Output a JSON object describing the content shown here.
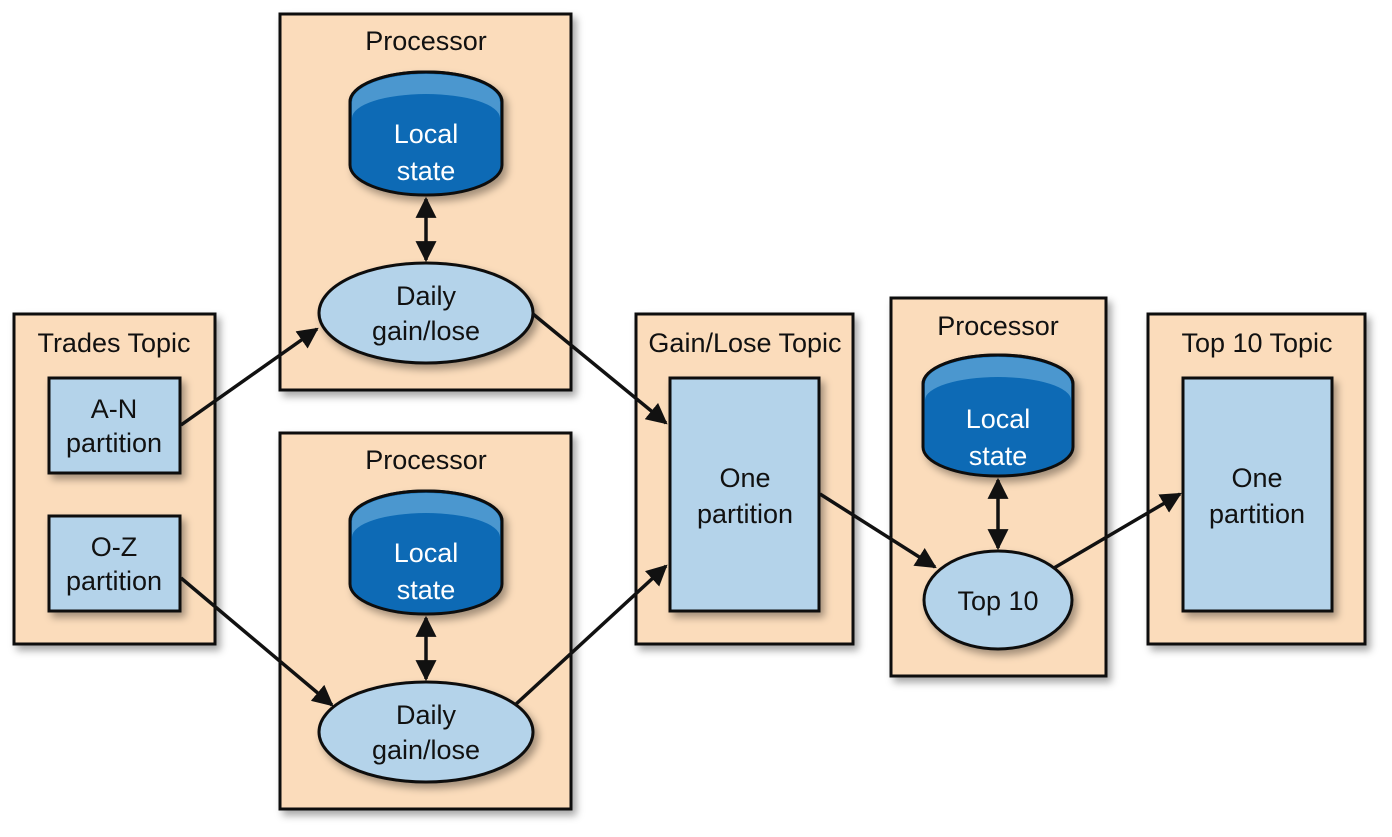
{
  "diagram": {
    "colors": {
      "container_fill": "#fbdcbb",
      "partition_fill": "#b4d3ea",
      "state_fill": "#0a6bb5",
      "state_top": "#4c97cf",
      "stroke": "#111111"
    },
    "trades_topic": {
      "title": "Trades Topic",
      "partitions": [
        {
          "line1": "A-N",
          "line2": "partition"
        },
        {
          "line1": "O-Z",
          "line2": "partition"
        }
      ]
    },
    "processor_1": {
      "title": "Processor",
      "state": {
        "line1": "Local",
        "line2": "state"
      },
      "task": {
        "line1": "Daily",
        "line2": "gain/lose"
      }
    },
    "processor_2": {
      "title": "Processor",
      "state": {
        "line1": "Local",
        "line2": "state"
      },
      "task": {
        "line1": "Daily",
        "line2": "gain/lose"
      }
    },
    "gainlose_topic": {
      "title": "Gain/Lose Topic",
      "partition": {
        "line1": "One",
        "line2": "partition"
      }
    },
    "processor_3": {
      "title": "Processor",
      "state": {
        "line1": "Local",
        "line2": "state"
      },
      "task": {
        "line1": "Top 10"
      }
    },
    "top10_topic": {
      "title": "Top 10 Topic",
      "partition": {
        "line1": "One",
        "line2": "partition"
      }
    },
    "edges": [
      {
        "from": "A-N partition",
        "to": "Processor 1 Daily gain/lose"
      },
      {
        "from": "O-Z partition",
        "to": "Processor 2 Daily gain/lose"
      },
      {
        "from": "Processor 1 Daily gain/lose",
        "to": "Gain/Lose One partition"
      },
      {
        "from": "Processor 2 Daily gain/lose",
        "to": "Gain/Lose One partition"
      },
      {
        "from": "Gain/Lose One partition",
        "to": "Top 10"
      },
      {
        "from": "Top 10",
        "to": "Top 10 Topic One partition"
      },
      {
        "from": "Processor 1 Local state",
        "to": "Processor 1 Daily gain/lose",
        "bidirectional": true
      },
      {
        "from": "Processor 2 Local state",
        "to": "Processor 2 Daily gain/lose",
        "bidirectional": true
      },
      {
        "from": "Processor 3 Local state",
        "to": "Top 10",
        "bidirectional": true
      }
    ]
  }
}
